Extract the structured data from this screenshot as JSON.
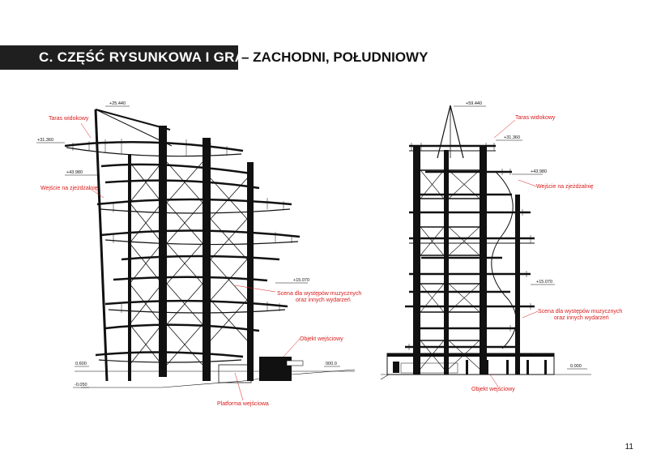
{
  "header": {
    "title": "C. CZĘŚĆ RYSUNKOWA I GRAFICZNA",
    "subtitle": "– ZACHODNI, POŁUDNIOWY"
  },
  "west_elevation": {
    "elevations": {
      "top": "+25.440",
      "terrace": "+31.360",
      "slide": "+43.980",
      "stage": "+15.070",
      "ground_left": "0.600",
      "ground_right": "000.0",
      "base": "-0.050"
    },
    "annotations": {
      "terrace": "Taras widokowy",
      "slide": "Wejście na zjeżdżalnię",
      "stage_line1": "Scena dla występów muzycznych",
      "stage_line2": "oraz innych wydarzeń",
      "entrance_building": "Objekt wejściowy",
      "entrance_platform": "Platforma wejściowa"
    }
  },
  "south_elevation": {
    "elevations": {
      "top": "+59.440",
      "terrace": "+31.360",
      "slide": "+43.980",
      "stage": "+15.070",
      "ground": "0.000"
    },
    "annotations": {
      "terrace": "Taras widokowy",
      "slide": "Wejście na zjeżdżalnię",
      "stage_line1": "Scena dla występów muzycznych",
      "stage_line2": "oraz innych wydarzeń",
      "entrance_building": "Objekt wejściowy"
    }
  },
  "page_number": "11",
  "colors": {
    "header_bg": "#1f1f1f",
    "annotation": "#d91a1a",
    "linework": "#111111"
  }
}
